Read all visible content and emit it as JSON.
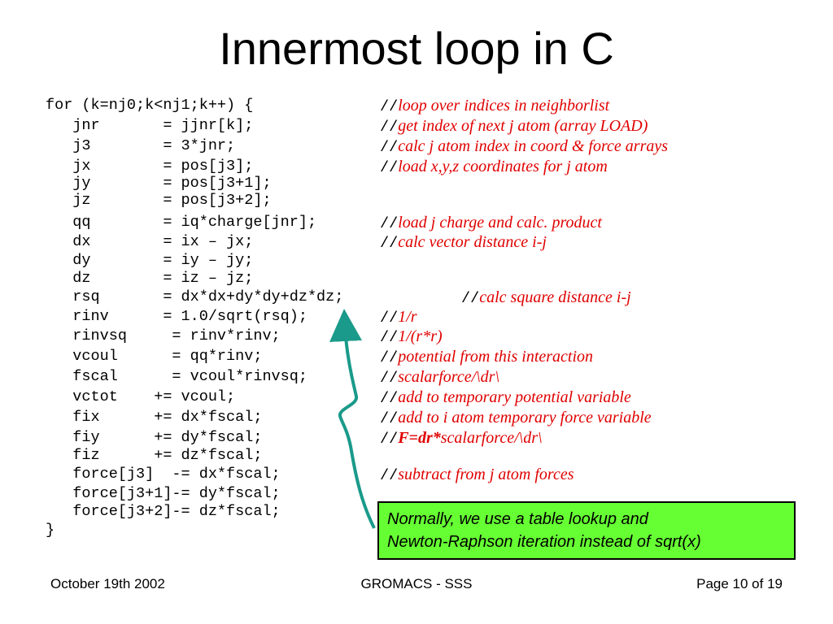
{
  "title": "Innermost loop in C",
  "code": {
    "lines": [
      "for (k=nj0;k<nj1;k++) {",
      "   jnr       = jjnr[k];",
      "   j3        = 3*jnr;",
      "   jx        = pos[j3];",
      "   jy        = pos[j3+1];",
      "   jz        = pos[j3+2];",
      "   qq        = iq*charge[jnr];",
      "   dx        = ix – jx;",
      "   dy        = iy – jy;",
      "   dz        = iz – jz;",
      "   rsq       = dx*dx+dy*dy+dz*dz;",
      "   rinv      = 1.0/sqrt(rsq);",
      "   rinvsq     = rinv*rinv;",
      "   vcoul      = qq*rinv;",
      "   fscal      = vcoul*rinvsq;",
      "   vctot    += vcoul;",
      "   fix      += dx*fscal;",
      "   fiy      += dy*fscal;",
      "   fiz      += dz*fscal;",
      "   force[j3]  -= dx*fscal;",
      "   force[j3+1]-= dy*fscal;",
      "   force[j3+2]-= dz*fscal;",
      "}"
    ],
    "comment_prefix": "//",
    "comments": [
      "loop over indices in neighborlist",
      "get index of next j atom (array LOAD)",
      "calc j atom index in coord & force arrays",
      "load x,y,z coordinates for j atom",
      "load j charge and calc. product",
      "calc vector distance i-j",
      "calc square distance i-j",
      "1/r",
      "1/(r*r)",
      "potential from this interaction",
      "scalarforce/\\dr\\",
      "add to temporary potential variable",
      "add to i atom temporary force variable",
      "F=dr*",
      "scalarforce/\\dr\\",
      "subtract from j atom forces"
    ]
  },
  "callout": {
    "line1": "Normally, we use a table lookup and",
    "line2": "Newton-Raphson iteration instead of sqrt(x)"
  },
  "footer": {
    "date": "October 19th 2002",
    "center": "GROMACS - SSS",
    "page": "Page 10 of 19"
  },
  "colors": {
    "comment": "#e00000",
    "callout_bg": "#66ff33",
    "arrow": "#1a9a8a"
  }
}
